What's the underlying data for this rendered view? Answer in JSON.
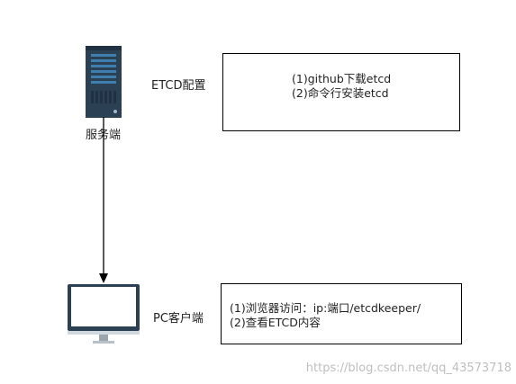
{
  "server": {
    "label": "服务端",
    "config_title": "ETCD配置",
    "steps": [
      "(1)github下载etcd",
      "(2)命令行安装etcd"
    ]
  },
  "client": {
    "label": "PC客户端",
    "steps": [
      "(1)浏览器访问：ip:端口/etcdkeeper/",
      "(2)查看ETCD内容"
    ]
  },
  "watermark": "https://blog.csdn.net/qq_43573718",
  "colors": {
    "server_body": "#2b4153",
    "server_stripe": "#3f7fb0",
    "monitor_frame": "#2b4153",
    "arrow": "#000000"
  }
}
